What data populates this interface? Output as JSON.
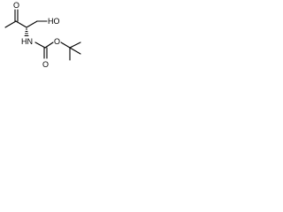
{
  "molecule": {
    "labels": {
      "carbonyl_oxygen_ketone": "O",
      "hydroxyl": "HO",
      "amine": "HN",
      "carbonyl_oxygen_carbamate": "O",
      "ester_oxygen": "O"
    },
    "colors": {
      "bond": "#000000",
      "text": "#000000",
      "background": "#ffffff"
    }
  }
}
